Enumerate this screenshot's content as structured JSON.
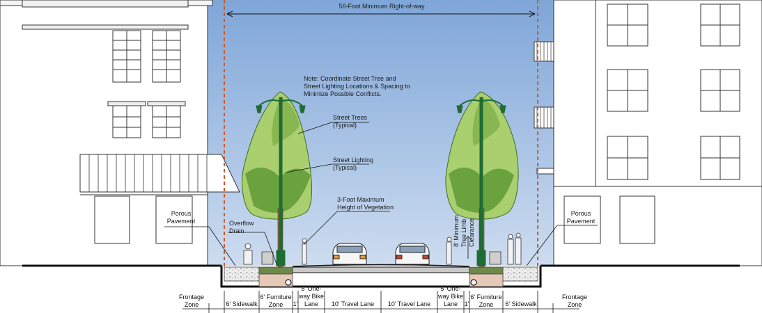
{
  "title": "56-Foot Minimum Right-of-way",
  "note": [
    "Note: Coordinate Street Tree and",
    "Street Lighting Locations & Spacing to",
    "Minimize Possible Conflicts."
  ],
  "callouts": {
    "street_trees": [
      "Street Trees",
      "(Typical)"
    ],
    "street_lighting": [
      "Street Lighting",
      "(Typical)"
    ],
    "vegetation": [
      "3-Foot Maximum",
      "Height of Vegetation"
    ],
    "porous_left": [
      "Porous",
      "Pavement"
    ],
    "porous_right": [
      "Porous",
      "Pavement"
    ],
    "overflow_drain": [
      "Overflow",
      "Drain"
    ],
    "tree_clearance": [
      "8' Minimum",
      "Tree Limb",
      "Clearance"
    ]
  },
  "zones": [
    {
      "id": "frontage-left",
      "lines": [
        "Frontage",
        "Zone"
      ]
    },
    {
      "id": "sidewalk-left",
      "lines": [
        "6' Sidewalk"
      ]
    },
    {
      "id": "furniture-left",
      "lines": [
        "6' Furniture",
        "Zone"
      ]
    },
    {
      "id": "gap-left",
      "lines": [
        "1'"
      ]
    },
    {
      "id": "bike-left",
      "lines": [
        "5' One-",
        "way Bike",
        "Lane"
      ]
    },
    {
      "id": "travel-left",
      "lines": [
        "10' Travel Lane"
      ]
    },
    {
      "id": "travel-right",
      "lines": [
        "10' Travel Lane"
      ]
    },
    {
      "id": "bike-right",
      "lines": [
        "5' One-",
        "way Bike",
        "Lane"
      ]
    },
    {
      "id": "gap-right",
      "lines": [
        "1'"
      ]
    },
    {
      "id": "furniture-right",
      "lines": [
        "6' Furniture",
        "Zone"
      ]
    },
    {
      "id": "sidewalk-right",
      "lines": [
        "6' Sidewalk"
      ]
    },
    {
      "id": "frontage-right",
      "lines": [
        "Frontage",
        "Zone"
      ]
    }
  ],
  "colors": {
    "sky_top": "#7fa6d8",
    "sky_bottom": "#c9d9ee",
    "tree_light": "#a9cf6e",
    "tree_dark": "#4f8a2c",
    "pole": "#1f6b34",
    "row_line": "#d0582a"
  }
}
